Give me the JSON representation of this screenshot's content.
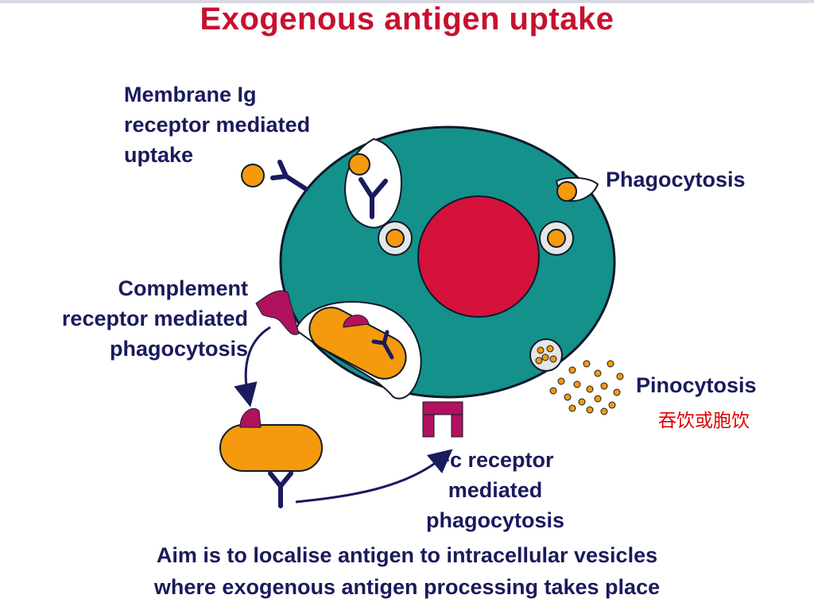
{
  "title": "Exogenous antigen uptake",
  "labels": {
    "membrane_ig": "Membrane Ig\nreceptor mediated\nuptake",
    "phagocytosis": "Phagocytosis",
    "complement": "Complement\nreceptor mediated\nphagocytosis",
    "pinocytosis": "Pinocytosis",
    "pinocytosis_cn": "吞饮或胞饮",
    "fc_receptor": "Fc receptor\nmediated\nphagocytosis"
  },
  "caption": {
    "line1": "Aim is to localise antigen to intracellular vesicles",
    "line2": "where exogenous antigen processing takes place"
  },
  "colors": {
    "title": "#c8102e",
    "text": "#1a1a5e",
    "cell": "#14918a",
    "nucleus": "#d4123c",
    "antigen": "#f59a0c",
    "receptor": "#1a1a5e",
    "complement": "#b0125e",
    "annotation_cn": "#e00000"
  }
}
